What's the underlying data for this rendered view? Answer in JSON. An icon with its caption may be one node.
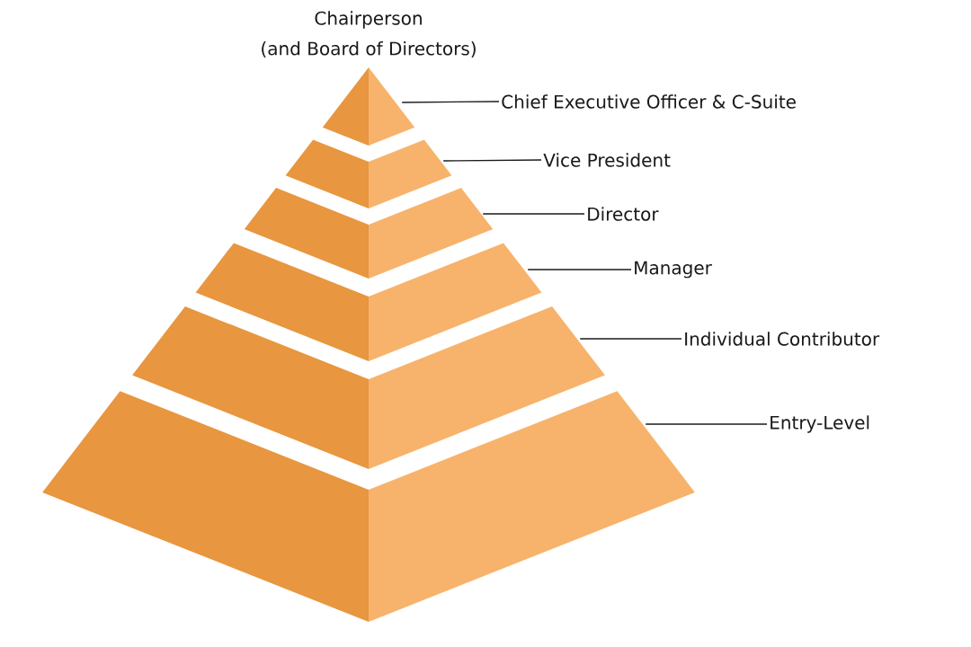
{
  "diagram": {
    "nodes": [
      {
        "text": [],
        "shape": "triangle",
        "beside": [
          "Chairperson",
          "(and Board of Directors)"
        ]
      },
      {
        "text": [],
        "shape": "trapezoid"
      },
      {
        "text": [],
        "shape": "trapezoid"
      },
      {
        "text": [],
        "shape": "trapezoid"
      },
      {
        "text": [],
        "shape": "trapezoid"
      },
      {
        "text": [],
        "shape": "trapezoid"
      },
      {
        "text": [
          "Chief Executive Officer & C-Suite"
        ]
      },
      {
        "text": [
          "Vice President"
        ]
      },
      {
        "text": [
          "Director"
        ]
      },
      {
        "text": [
          "Manager"
        ]
      },
      {
        "text": [
          "Individual Contributor"
        ]
      },
      {
        "text": [
          "Entry-Level"
        ]
      }
    ],
    "edges": [
      {
        "from": 6,
        "to": 0,
        "arrow": "none"
      },
      {
        "from": 7,
        "to": 1,
        "arrow": "none"
      },
      {
        "from": 8,
        "to": 2,
        "arrow": "none"
      },
      {
        "from": 9,
        "to": 3,
        "arrow": "none"
      },
      {
        "from": 10,
        "to": 4,
        "arrow": "none"
      },
      {
        "from": 11,
        "to": 5,
        "arrow": "none"
      }
    ]
  }
}
